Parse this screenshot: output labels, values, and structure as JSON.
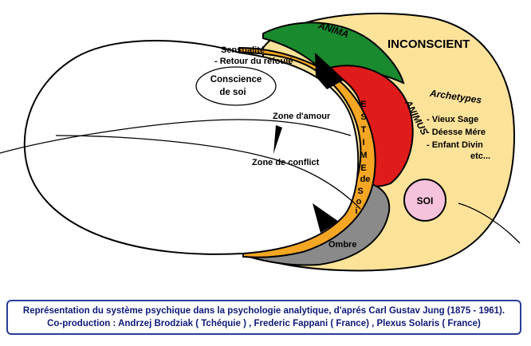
{
  "diagram": {
    "inconscient": "INCONSCIENT",
    "anima": "ANIMA",
    "animus": "ANIMUS",
    "estime_letters": [
      "E",
      "S",
      "T",
      "I",
      "M",
      "E"
    ],
    "estime_de": "de",
    "estime_soi_letters": [
      "S",
      "o",
      "i"
    ],
    "sensualite": "Sensualité",
    "retour": "- Retour du refoulé",
    "conscience_line1": "Conscience",
    "conscience_line2": "de soi",
    "zone_amour": "Zone d'amour",
    "zone_conflict": "Zone de conflict",
    "ombre": "Ombre",
    "soi": "SOI",
    "archetypes_title": "Archetypes",
    "archetypes_items": [
      "- Vieux Sage",
      "- Déesse Mére",
      "- Enfant Divin",
      "etc..."
    ]
  },
  "caption": {
    "line1": "Représentation du système psychique dans la psychologie analytique, d'aprés Carl Gustav Jung (1875 - 1961).",
    "line2": "Co-production :  Andrzej Brodziak  ( Tchéquie ) , Frederic Fappani  ( France) , Plexus Solaris ( France)"
  },
  "colors": {
    "inconscient_fill": "#fde39a",
    "anima_fill": "#1a8a2e",
    "animus_fill": "#e01b1b",
    "estime_fill": "#f5a623",
    "ombre_fill": "#8a8a8a",
    "soi_fill": "#f7c3dc",
    "caption_text": "#0e1a7a",
    "caption_border": "#2a3c9a"
  }
}
